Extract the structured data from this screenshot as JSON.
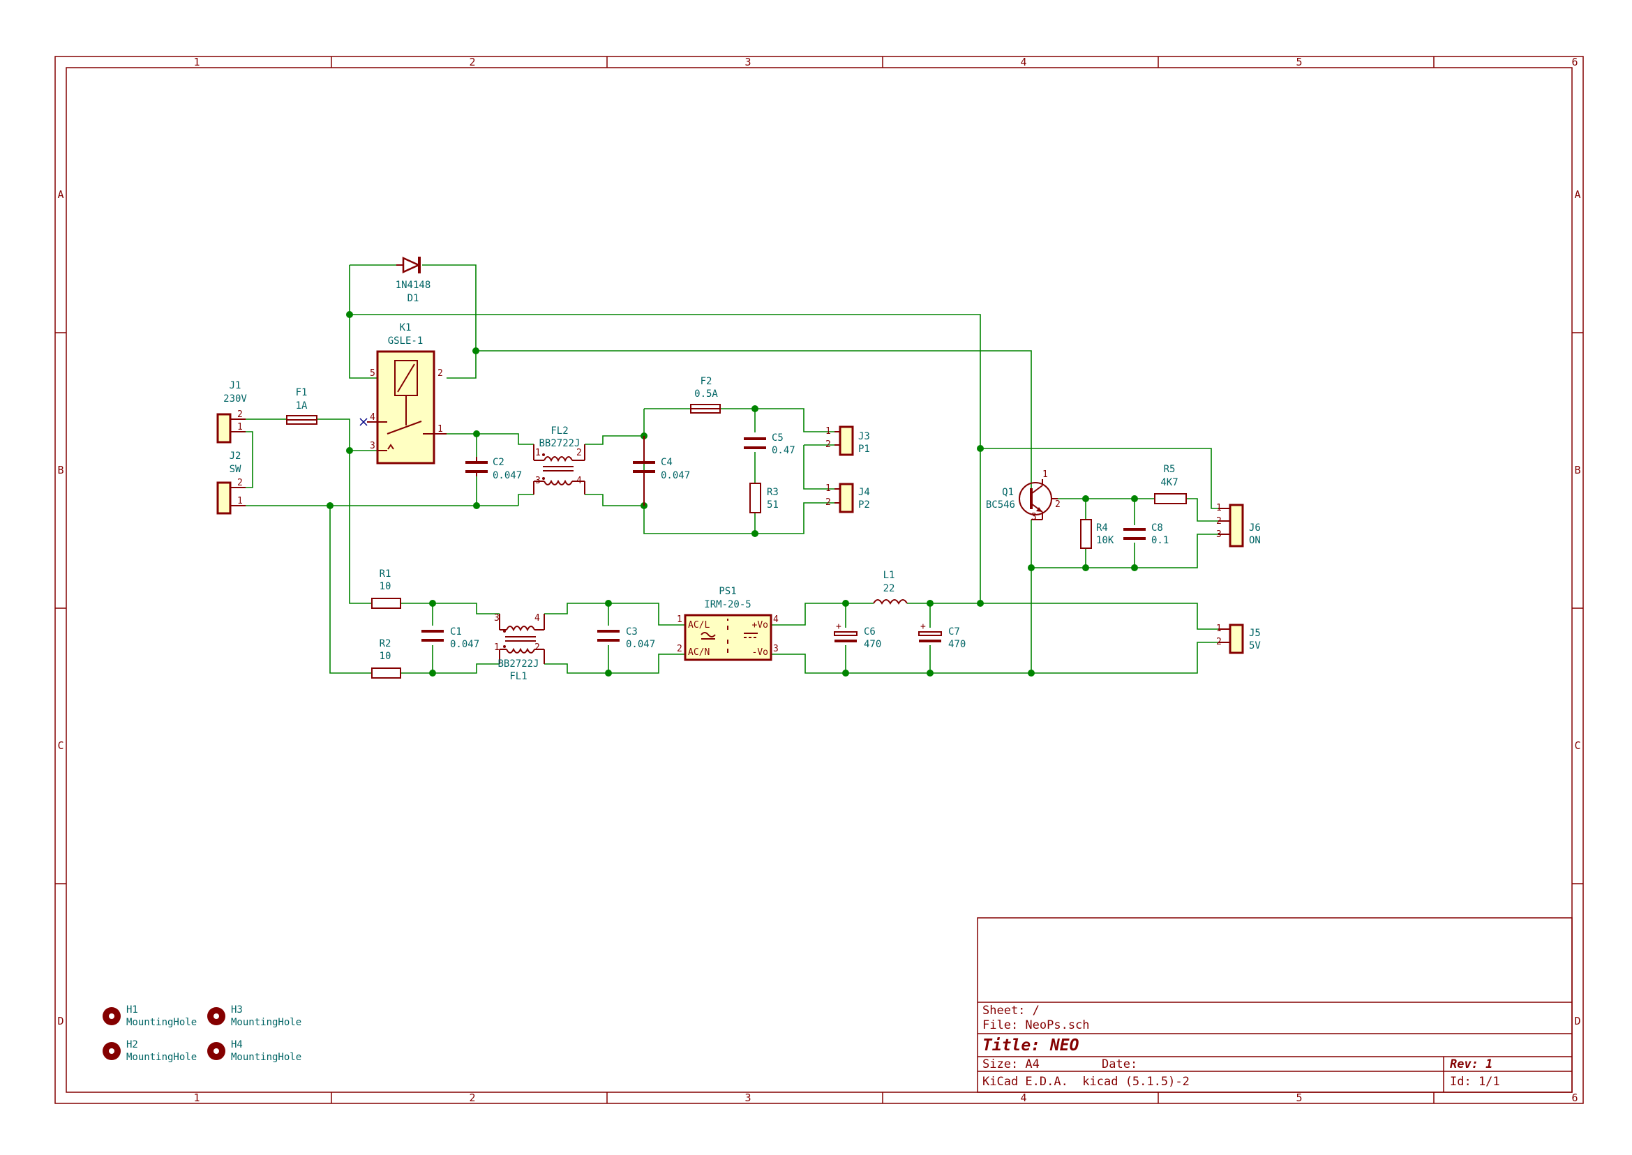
{
  "sheet": {
    "columns": [
      "1",
      "2",
      "3",
      "4",
      "5",
      "6"
    ],
    "rows": [
      "A",
      "B",
      "C",
      "D"
    ]
  },
  "title_block": {
    "sheet": "Sheet: /",
    "file": "File: NeoPs.sch",
    "title": "Title: NEO",
    "size": "Size: A4",
    "date": "Date:",
    "rev": "Rev: 1",
    "tool": "KiCad E.D.A.  kicad (5.1.5)-2",
    "id": "Id: 1/1"
  },
  "components": {
    "D1": {
      "ref": "D1",
      "value": "1N4148"
    },
    "K1": {
      "ref": "K1",
      "value": "GSLE-1",
      "pins": [
        "5",
        "2",
        "4",
        "3",
        "1"
      ]
    },
    "J1": {
      "ref": "J1",
      "value": "230V",
      "pins": [
        "2",
        "1"
      ]
    },
    "J2": {
      "ref": "J2",
      "value": "SW",
      "pins": [
        "2",
        "1"
      ]
    },
    "F1": {
      "ref": "F1",
      "value": "1A"
    },
    "F2": {
      "ref": "F2",
      "value": "0.5A"
    },
    "FL2": {
      "ref": "FL2",
      "value": "BB2722J",
      "pins": [
        "1",
        "2",
        "3",
        "4"
      ]
    },
    "C2": {
      "ref": "C2",
      "value": "0.047"
    },
    "C4": {
      "ref": "C4",
      "value": "0.047"
    },
    "C5": {
      "ref": "C5",
      "value": "0.47"
    },
    "R3": {
      "ref": "R3",
      "value": "51"
    },
    "J3": {
      "ref": "J3",
      "value": "P1",
      "pins": [
        "1",
        "2"
      ]
    },
    "J4": {
      "ref": "J4",
      "value": "P2",
      "pins": [
        "1",
        "2"
      ]
    },
    "Q1": {
      "ref": "Q1",
      "value": "BC546",
      "pins": [
        "1",
        "2",
        "3"
      ]
    },
    "R5": {
      "ref": "R5",
      "value": "4K7"
    },
    "R4": {
      "ref": "R4",
      "value": "10K"
    },
    "C8": {
      "ref": "C8",
      "value": "0.1"
    },
    "J6": {
      "ref": "J6",
      "value": "ON",
      "pins": [
        "1",
        "2",
        "3"
      ]
    },
    "R1": {
      "ref": "R1",
      "value": "10"
    },
    "R2": {
      "ref": "R2",
      "value": "10"
    },
    "C1": {
      "ref": "C1",
      "value": "0.047"
    },
    "FL1": {
      "ref": "FL1",
      "value": "BB2722J",
      "pins": [
        "3",
        "4",
        "1",
        "2"
      ]
    },
    "C3": {
      "ref": "C3",
      "value": "0.047"
    },
    "PS1": {
      "ref": "PS1",
      "value": "IRM-20-5",
      "pins": [
        "1",
        "2",
        "4",
        "3"
      ],
      "labels": [
        "AC/L",
        "AC/N",
        "+Vo",
        "-Vo"
      ]
    },
    "L1": {
      "ref": "L1",
      "value": "22"
    },
    "C6": {
      "ref": "C6",
      "value": "470"
    },
    "C7": {
      "ref": "C7",
      "value": "470"
    },
    "J5": {
      "ref": "J5",
      "value": "5V",
      "pins": [
        "1",
        "2"
      ]
    },
    "H1": {
      "ref": "H1",
      "value": "MountingHole"
    },
    "H2": {
      "ref": "H2",
      "value": "MountingHole"
    },
    "H3": {
      "ref": "H3",
      "value": "MountingHole"
    },
    "H4": {
      "ref": "H4",
      "value": "MountingHole"
    }
  },
  "colors": {
    "frame": "#840000",
    "wire": "#008400",
    "text": "#006464",
    "body_fill": "#ffffc2"
  }
}
